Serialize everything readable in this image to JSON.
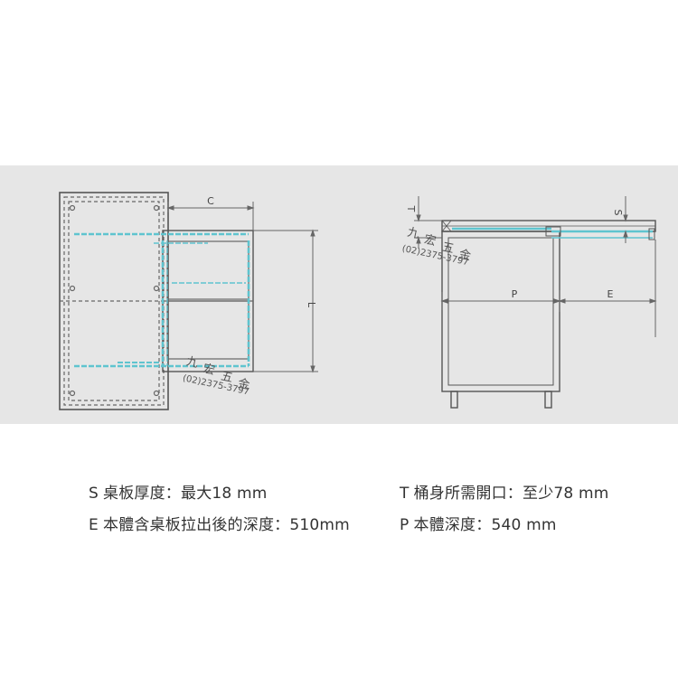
{
  "diagram": {
    "left_view": {
      "dimension_labels": {
        "c": "C",
        "l": "L"
      }
    },
    "right_view": {
      "dimension_labels": {
        "t": "T",
        "s": "S",
        "p": "P",
        "e": "E"
      }
    },
    "watermark": {
      "name_chars": [
        "九",
        "宏",
        "五",
        "金"
      ],
      "phone": "(02)2375-3797"
    }
  },
  "specs": [
    {
      "key": "S",
      "text": "桌板厚度：最大18 mm"
    },
    {
      "key": "T",
      "text": "桶身所需開口：至少78 mm"
    },
    {
      "key": "E",
      "text": "本體含桌板拉出後的深度：510mm"
    },
    {
      "key": "P",
      "text": "本體深度：540 mm"
    }
  ]
}
